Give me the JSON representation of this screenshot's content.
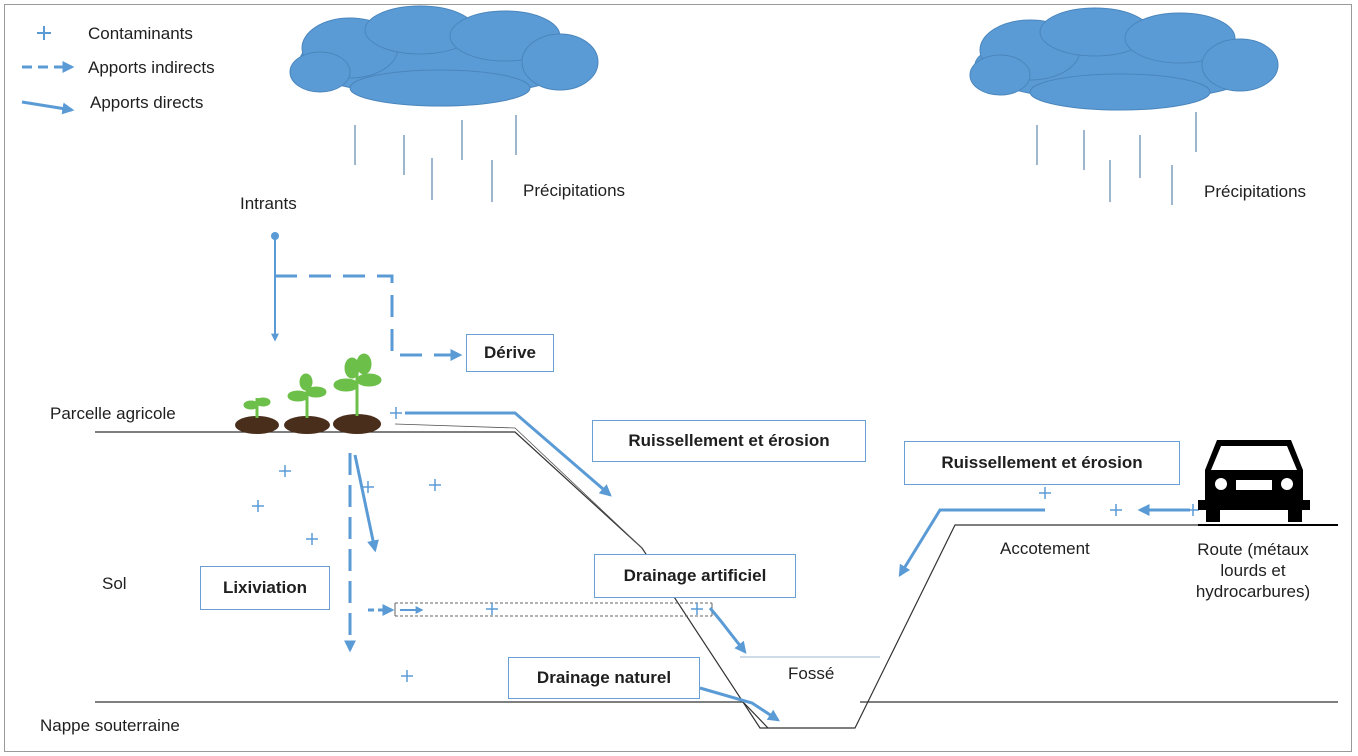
{
  "legend": {
    "contaminants": "Contaminants",
    "indirect": "Apports indirects",
    "direct": "Apports directs"
  },
  "labels": {
    "precip_left": "Précipitations",
    "precip_right": "Précipitations",
    "intrants": "Intrants",
    "parcelle": "Parcelle agricole",
    "sol": "Sol",
    "nappe": "Nappe souterraine",
    "fosse": "Fossé",
    "accotement": "Accotement",
    "route_line1": "Route (métaux",
    "route_line2": "lourds et",
    "route_line3": "hydrocarbures)"
  },
  "boxes": {
    "derive": "Dérive",
    "ruissellement_left": "Ruissellement et érosion",
    "ruissellement_right": "Ruissellement et érosion",
    "drainage_artificiel": "Drainage artificiel",
    "lixiviation": "Lixiviation",
    "drainage_naturel": "Drainage naturel"
  },
  "colors": {
    "accent": "#5b9bd5",
    "cloud": "#5b9bd5",
    "box_border": "#6a9fd4",
    "ground_line": "#333333",
    "soil": "#4a2e1c",
    "plant": "#6cc04a"
  }
}
